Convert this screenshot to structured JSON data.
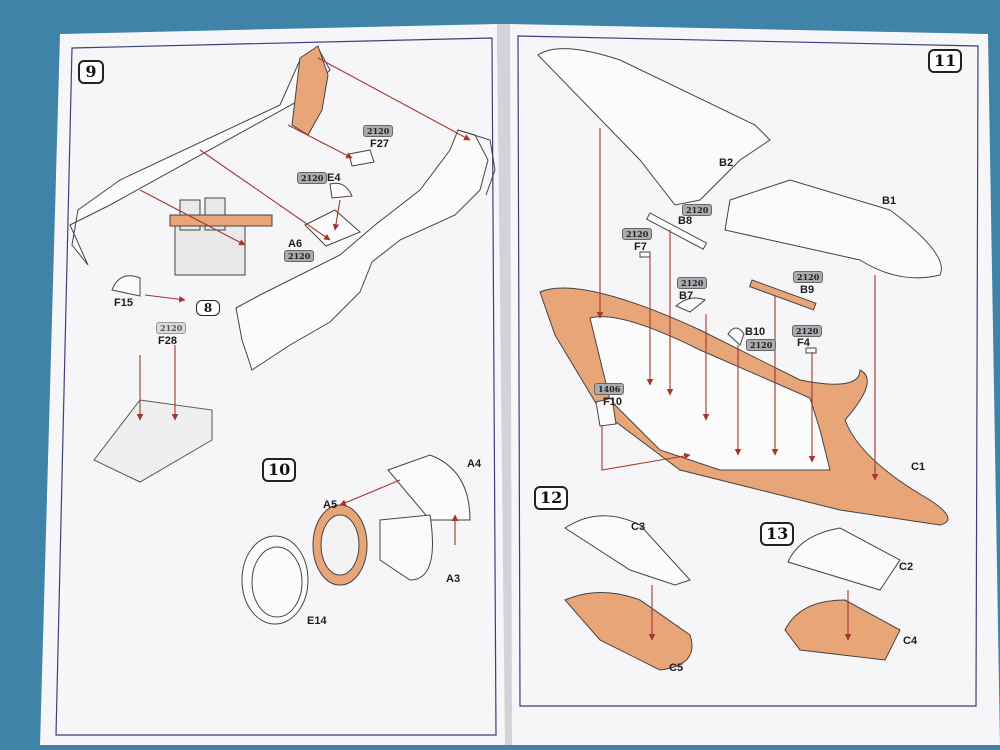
{
  "colors": {
    "background": "#3f83a8",
    "paper": "#f6f6f8",
    "frame": "#3a3f7a",
    "part_fill": "#e8a578",
    "arrow": "#a3382c"
  },
  "left_page": {
    "step_9": "9",
    "step_8_ref": "8",
    "step_10": "10",
    "labels": {
      "f27": "F27",
      "e4": "E4",
      "a6": "A6",
      "f15": "F15",
      "f28": "F28",
      "a4": "A4",
      "a5": "A5",
      "a3": "A3",
      "e14": "E14"
    },
    "codes": {
      "f27": "2120",
      "e4": "2120",
      "a6": "2120",
      "f28": "2120"
    }
  },
  "right_page": {
    "step_11": "11",
    "step_12": "12",
    "step_13": "13",
    "labels": {
      "b2": "B2",
      "b1": "B1",
      "b8": "B8",
      "f7": "F7",
      "b7": "B7",
      "b9": "B9",
      "b10": "B10",
      "f4": "F4",
      "f10": "F10",
      "c1": "C1",
      "c3": "C3",
      "c5": "C5",
      "c2": "C2",
      "c4": "C4"
    },
    "codes": {
      "b8": "2120",
      "f7": "2120",
      "b7": "2120",
      "b9": "2120",
      "b10": "2120",
      "f4": "2120",
      "f10": "1406"
    }
  }
}
